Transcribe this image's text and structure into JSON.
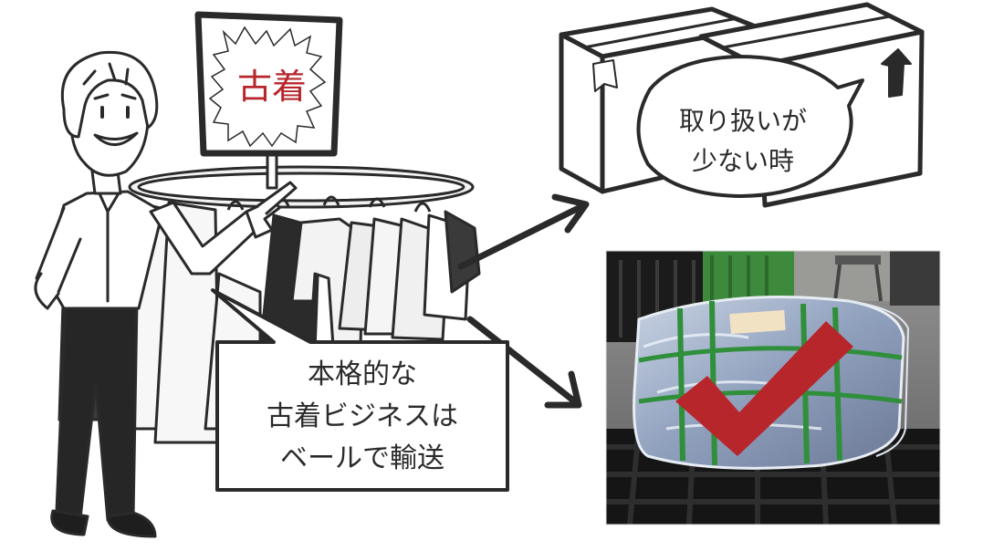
{
  "sign": {
    "text": "古着"
  },
  "speech_bubble": {
    "line1": "取り扱いが",
    "line2": "少ない時"
  },
  "caption_box": {
    "line1": "本格的な",
    "line2": "古着ビジネスは",
    "line3": "ベールで輸送"
  },
  "colors": {
    "accent_red": "#b7262b",
    "ink": "#2a2a2a",
    "strap_green": "#2f8f3a",
    "crate_green": "#3d8a3c"
  },
  "icons": {
    "check": "check-mark-icon",
    "arrow": "up-arrow-icon"
  }
}
